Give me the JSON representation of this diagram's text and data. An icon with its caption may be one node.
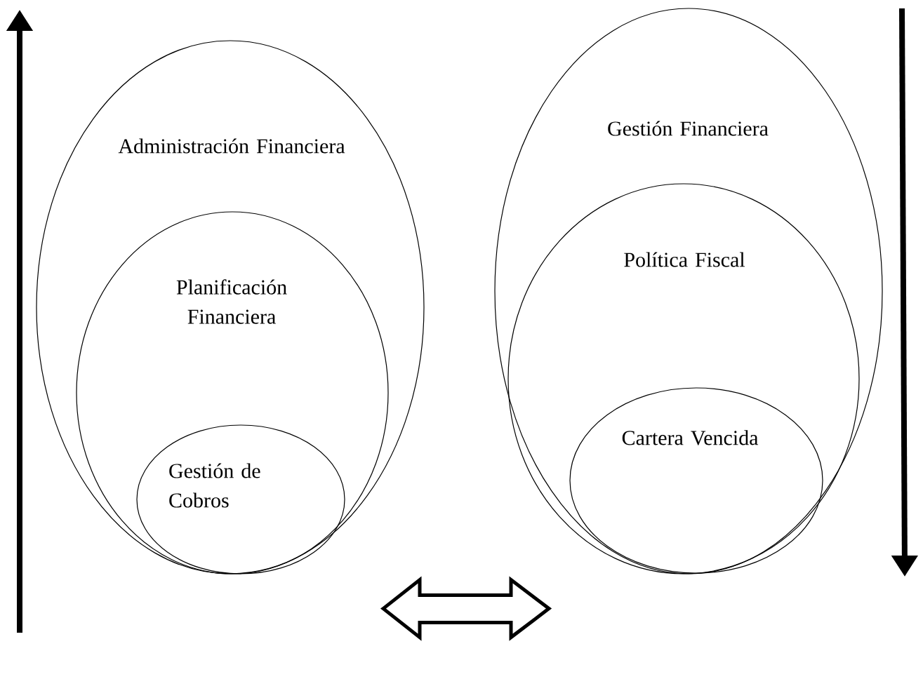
{
  "diagram": {
    "nodes": [
      {
        "text": [
          "Administración Financiera"
        ]
      },
      {
        "text": [
          "Planificación Financiera"
        ],
        "in": 0
      },
      {
        "text": [
          "Gestión de Cobros"
        ],
        "in": 1
      },
      {
        "text": [
          "Gestión Financiera"
        ]
      },
      {
        "text": [
          "Política Fiscal"
        ],
        "in": 3
      },
      {
        "text": [
          "Cartera Vencida"
        ],
        "in": 4
      }
    ],
    "edges": [
      {
        "from": 0,
        "to": 3,
        "arrow": "both"
      }
    ]
  }
}
